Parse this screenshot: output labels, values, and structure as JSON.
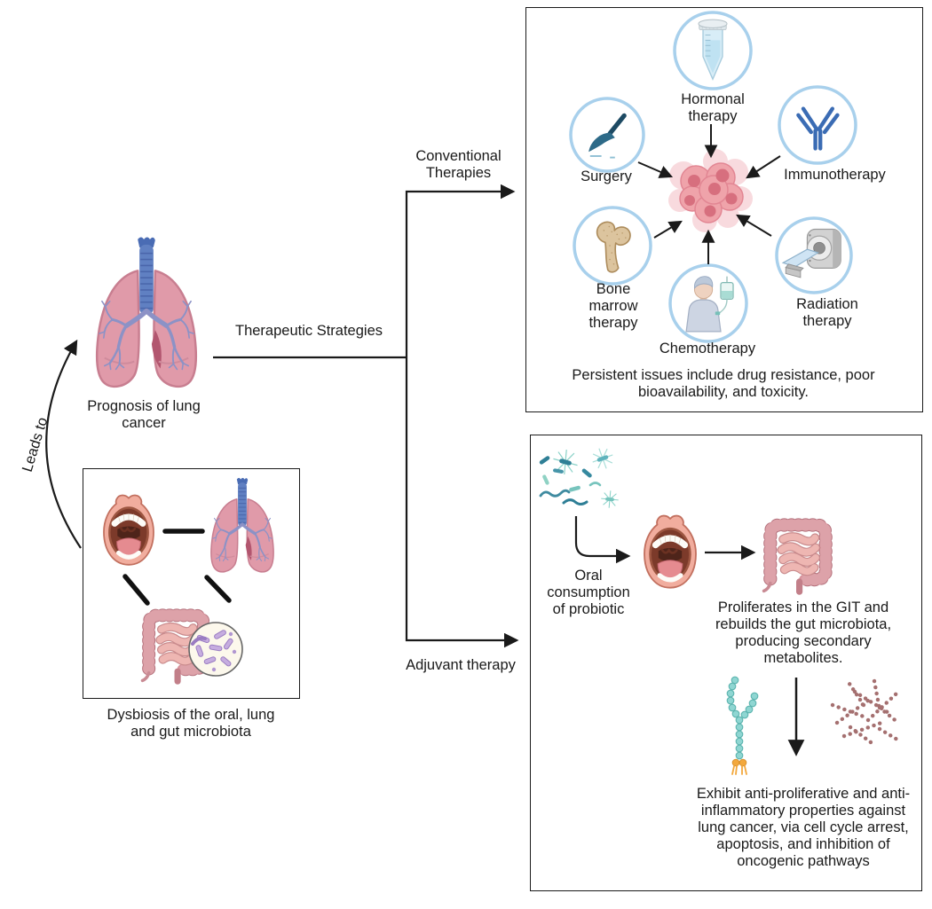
{
  "figure": {
    "background": "#ffffff",
    "outline_color": "#1a1a1a"
  },
  "left_panel": {
    "leads_to_label": "Leads to",
    "prognosis_label": "Prognosis of lung\ncancer",
    "lungs_icon": "lungs-icon",
    "dysbiosis_caption": "Dysbiosis of the oral, lung\nand gut microbiota",
    "dysbiosis_icons": [
      "mouth-icon",
      "lungs-icon",
      "intestine-icon",
      "bacteria-magnifier-icon"
    ]
  },
  "flow": {
    "trunk_label": "Therapeutic Strategies",
    "top_branch_label": "Conventional\nTherapies",
    "bottom_branch_label": "Adjuvant therapy"
  },
  "conventional_panel": {
    "therapies": [
      {
        "label": "Hormonal\ntherapy",
        "icon": "test-tube-icon"
      },
      {
        "label": "Surgery",
        "icon": "scalpel-icon"
      },
      {
        "label": "Immunotherapy",
        "icon": "antibody-icon"
      },
      {
        "label": "Bone\nmarrow\ntherapy",
        "icon": "bone-icon"
      },
      {
        "label": "Chemotherapy",
        "icon": "chemo-patient-icon"
      },
      {
        "label": "Radiation\ntherapy",
        "icon": "radiation-machine-icon"
      }
    ],
    "center_icon": "tumor-cells-icon",
    "footnote": "Persistent issues include drug resistance, poor\nbioavailability, and toxicity."
  },
  "adjuvant_panel": {
    "step1_label": "Oral\nconsumption\nof probiotic",
    "step2_label": "Proliferates in the GIT and\nrebuilds the gut microbiota,\nproducing secondary\nmetabolites.",
    "step3_label": "Exhibit anti-proliferative and anti-\ninflammatory properties against\nlung cancer, via cell cycle arrest,\napoptosis, and inhibition of\noncogenic pathways",
    "icons": [
      "probiotic-bacteria-icon",
      "mouth-icon",
      "intestine-icon",
      "glycolipid-icon",
      "polysaccharide-icon"
    ]
  },
  "colors": {
    "therapy_circle_border": "#a8d0ec",
    "lung_pink": "#e09aa9",
    "trachea_blue": "#6080c2",
    "bronchi_purple": "#8c92c6",
    "tumor_pink": "#efa3aa",
    "tumor_nucleus": "#d76f7e",
    "probiotic_teal": "#2f7f96",
    "glycan_teal": "#8fd6d2",
    "anchor_orange": "#f3a83c",
    "polysaccharide_brown": "#a57070",
    "gut_pink": "#d8949c",
    "bacteria_purple": "#c6addf",
    "antibody_blue": "#3b6cb4",
    "bone_tan": "#dcc49e"
  }
}
